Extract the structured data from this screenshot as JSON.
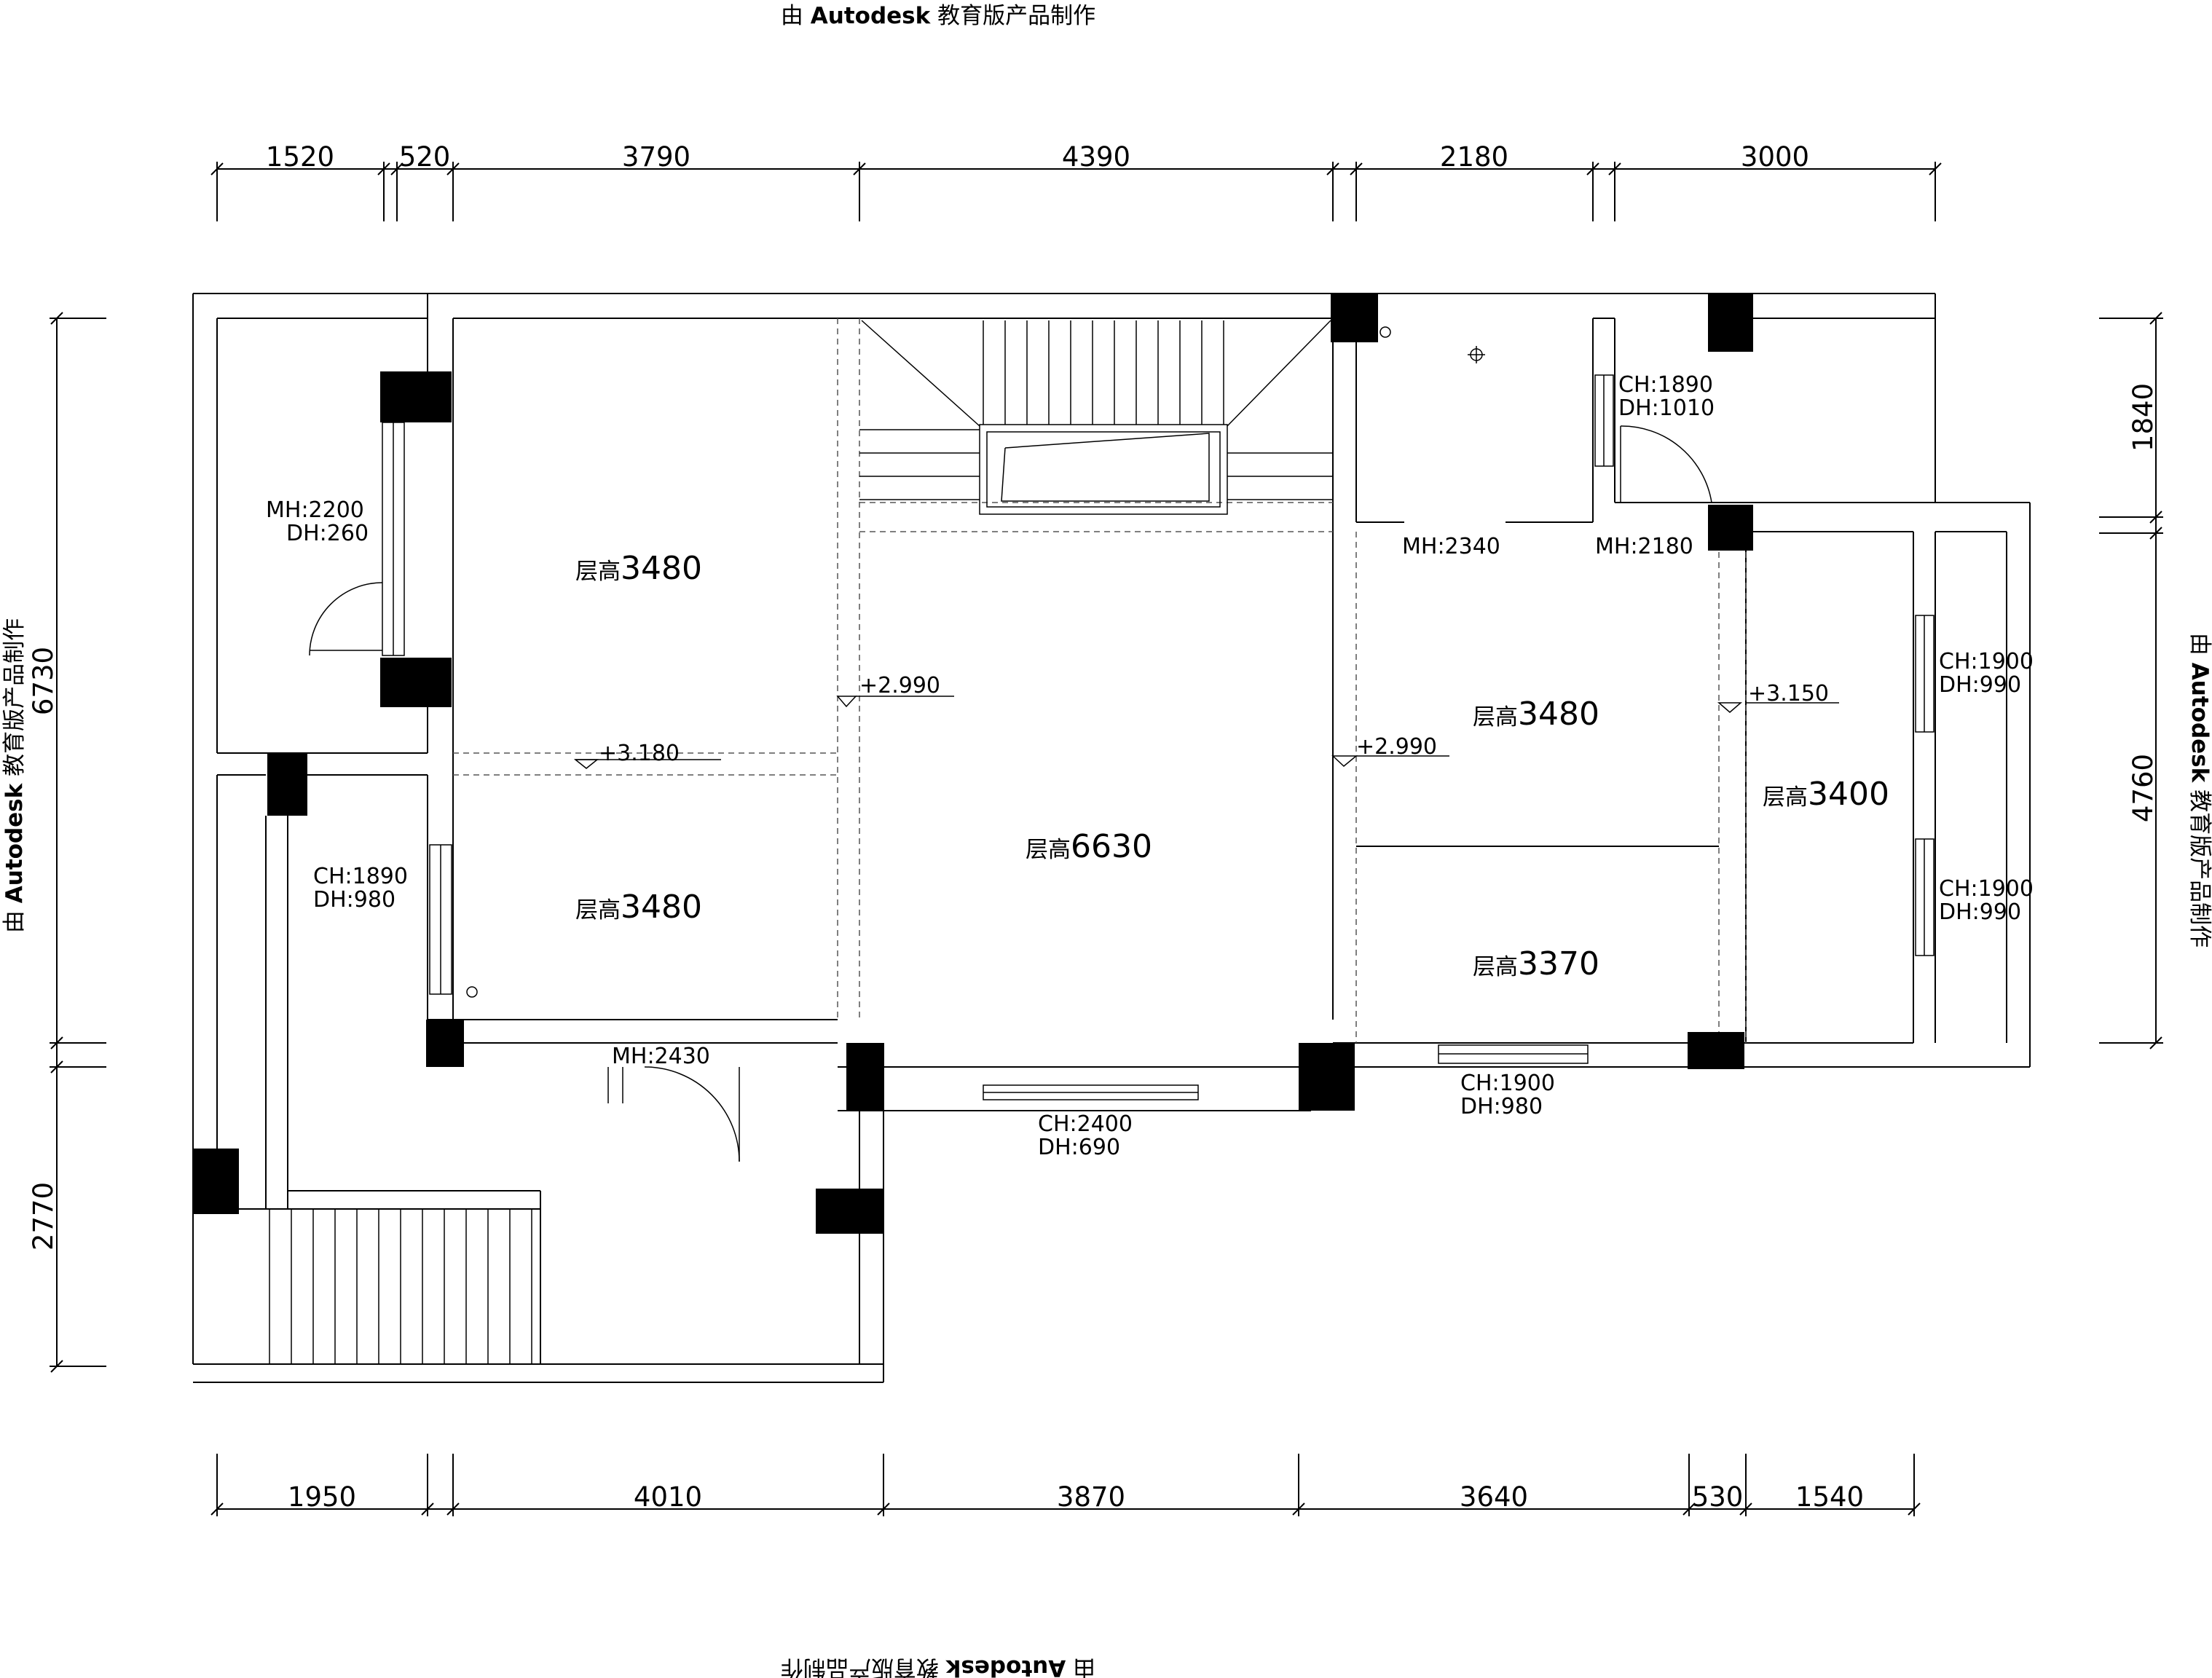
{
  "watermark": {
    "prefix": "由 ",
    "brand": "Autodesk",
    "suffix": " 教育版产品制作"
  },
  "dimensions": {
    "top": [
      "1520",
      "520",
      "3790",
      "4390",
      "2180",
      "3000"
    ],
    "bottom": [
      "1950",
      "4010",
      "3870",
      "3640",
      "530",
      "1540"
    ],
    "left": [
      "6730",
      "2770"
    ],
    "right": [
      "1840",
      "4760"
    ]
  },
  "rooms": [
    {
      "prefix": "层高",
      "value": "3480"
    },
    {
      "prefix": "层高",
      "value": "3480"
    },
    {
      "prefix": "层高",
      "value": "6630"
    },
    {
      "prefix": "层高",
      "value": "3480"
    },
    {
      "prefix": "层高",
      "value": "3370"
    },
    {
      "prefix": "层高",
      "value": "3400"
    }
  ],
  "levels": [
    "+3.180",
    "+2.990",
    "+2.990",
    "+3.150"
  ],
  "openings": [
    {
      "a": "MH:2200",
      "b": "DH:260"
    },
    {
      "a": "CH:1890",
      "b": "DH:980"
    },
    {
      "a": "MH:2430",
      "b": ""
    },
    {
      "a": "CH:2400",
      "b": "DH:690"
    },
    {
      "a": "CH:1890",
      "b": "DH:1010"
    },
    {
      "a": "MH:2340",
      "b": ""
    },
    {
      "a": "MH:2180",
      "b": ""
    },
    {
      "a": "CH:1900",
      "b": "DH:990"
    },
    {
      "a": "CH:1900",
      "b": "DH:990"
    },
    {
      "a": "CH:1900",
      "b": "DH:980"
    }
  ],
  "colors": {
    "line": "#000000",
    "dashed": "#555555",
    "background": "#ffffff"
  }
}
